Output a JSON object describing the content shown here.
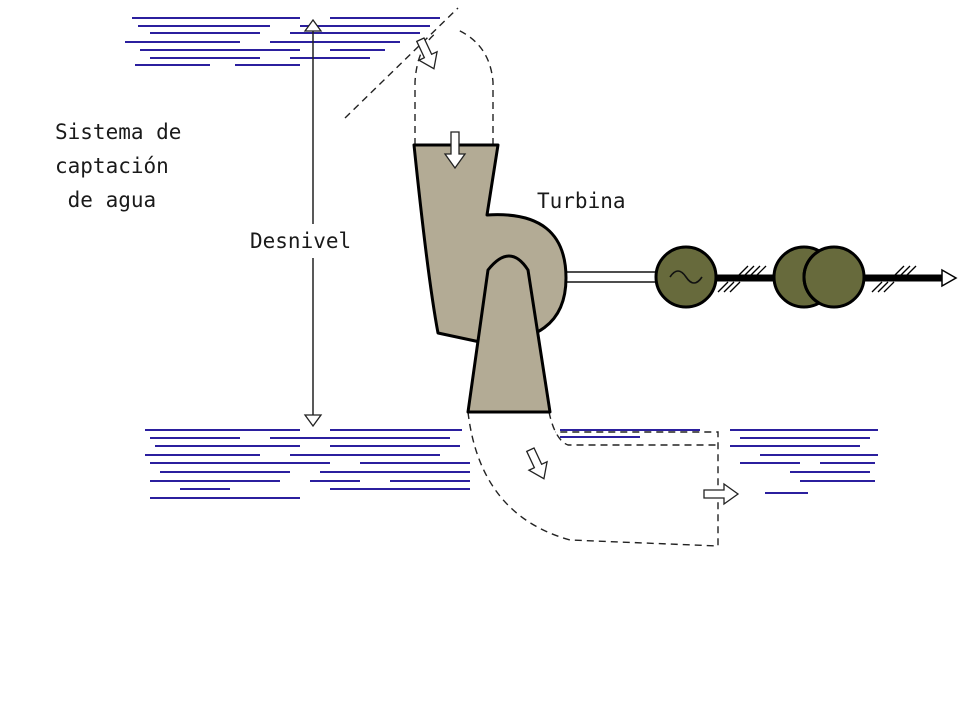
{
  "labels": {
    "captacion": [
      "Sistema de",
      "captación",
      " de agua"
    ],
    "turbina": "Turbina",
    "desnivel": "Desnivel"
  },
  "colors": {
    "water": "#2b1f9e",
    "turbine_fill": "#b3ab95",
    "generator_fill": "#676a3c",
    "line": "#000000"
  },
  "icons": {
    "flow": "hollow-arrow",
    "generator": "alternator-sine",
    "transformer": "double-circle-transformer"
  }
}
